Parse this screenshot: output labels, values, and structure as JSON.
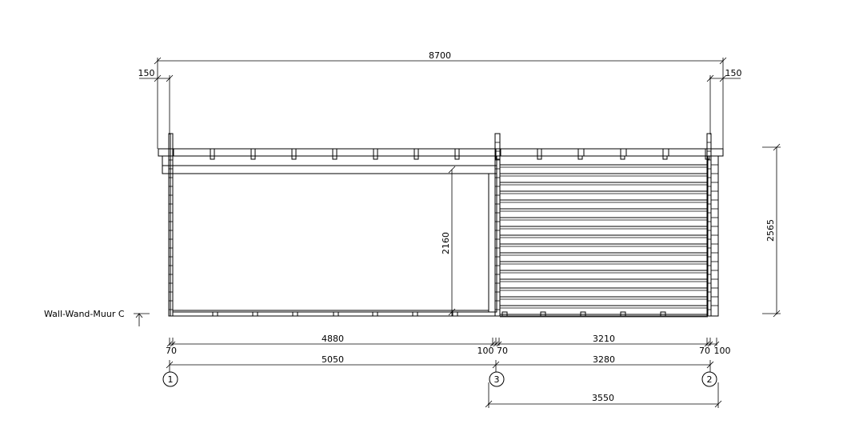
{
  "dimensions": {
    "overall_width": "8700",
    "overhang_left": "150",
    "overhang_right": "150",
    "height_total": "2565",
    "opening_height": "2160",
    "inner_left": "4880",
    "inner_right": "3210",
    "wall_70_a": "70",
    "wall_100_a": "100",
    "wall_70_b": "70",
    "wall_70_c": "70",
    "wall_100_b": "100",
    "axis_left": "5050",
    "axis_right": "3280",
    "bottom_right": "3550"
  },
  "labels": {
    "wall_name": "Wall-Wand-Muur C"
  },
  "axes": {
    "axis_1": "1",
    "axis_3": "3",
    "axis_2": "2"
  }
}
